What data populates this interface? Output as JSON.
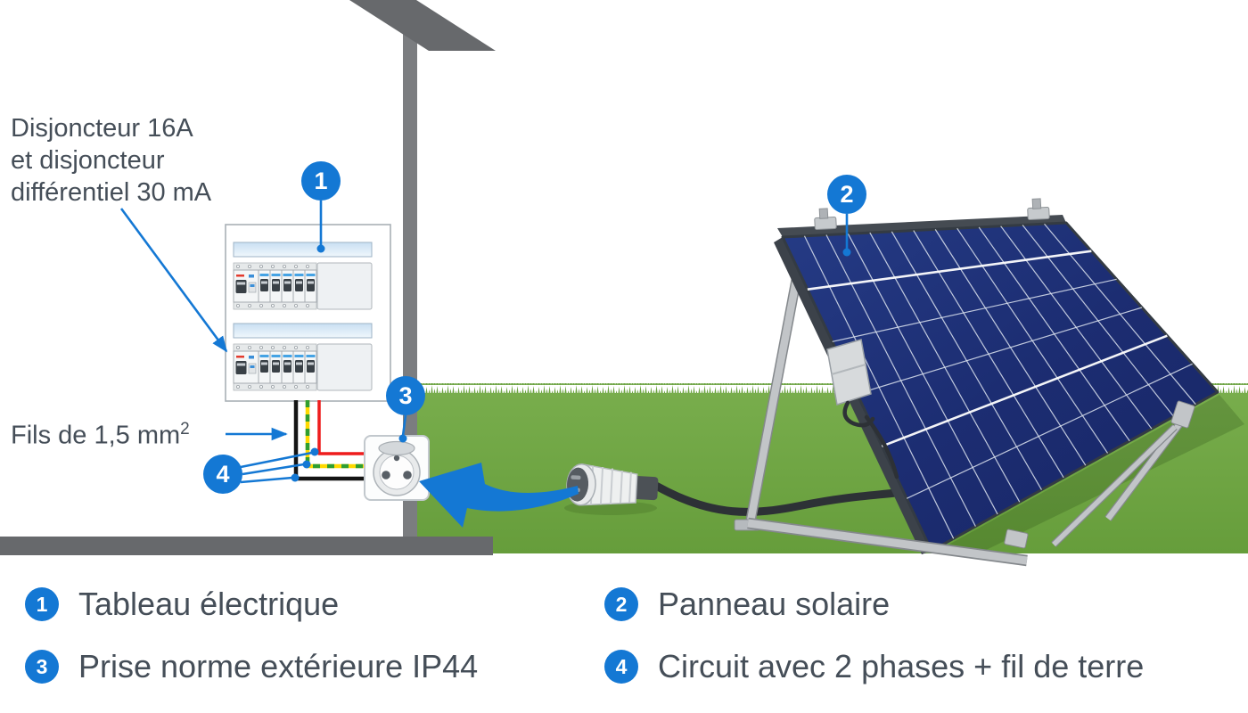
{
  "colors": {
    "accent": "#1478d4",
    "text": "#454e58",
    "wireRed": "#ee1c1c",
    "wireYellow": "#ffd900",
    "wireGreen": "#2f9e30",
    "wireBlack": "#141414",
    "grass": "#6da443",
    "grassLight": "#79ae4e",
    "structure": "#67696c",
    "wall": "#7b7d80",
    "panelBlue": "#1e3076"
  },
  "annotations": {
    "breaker_note": "Disjoncteur 16A\net disjoncteur\ndifférentiel 30 mA",
    "wire_note_text": "Fils de 1,5 mm",
    "wire_note_sup": "2"
  },
  "badges": {
    "b1": "1",
    "b2": "2",
    "b3": "3",
    "b4": "4"
  },
  "legend": {
    "items": [
      {
        "num": "1",
        "label": "Tableau électrique"
      },
      {
        "num": "2",
        "label": "Panneau solaire"
      },
      {
        "num": "3",
        "label": "Prise norme extérieure IP44"
      },
      {
        "num": "4",
        "label": "Circuit avec 2 phases + fil de terre"
      }
    ]
  }
}
